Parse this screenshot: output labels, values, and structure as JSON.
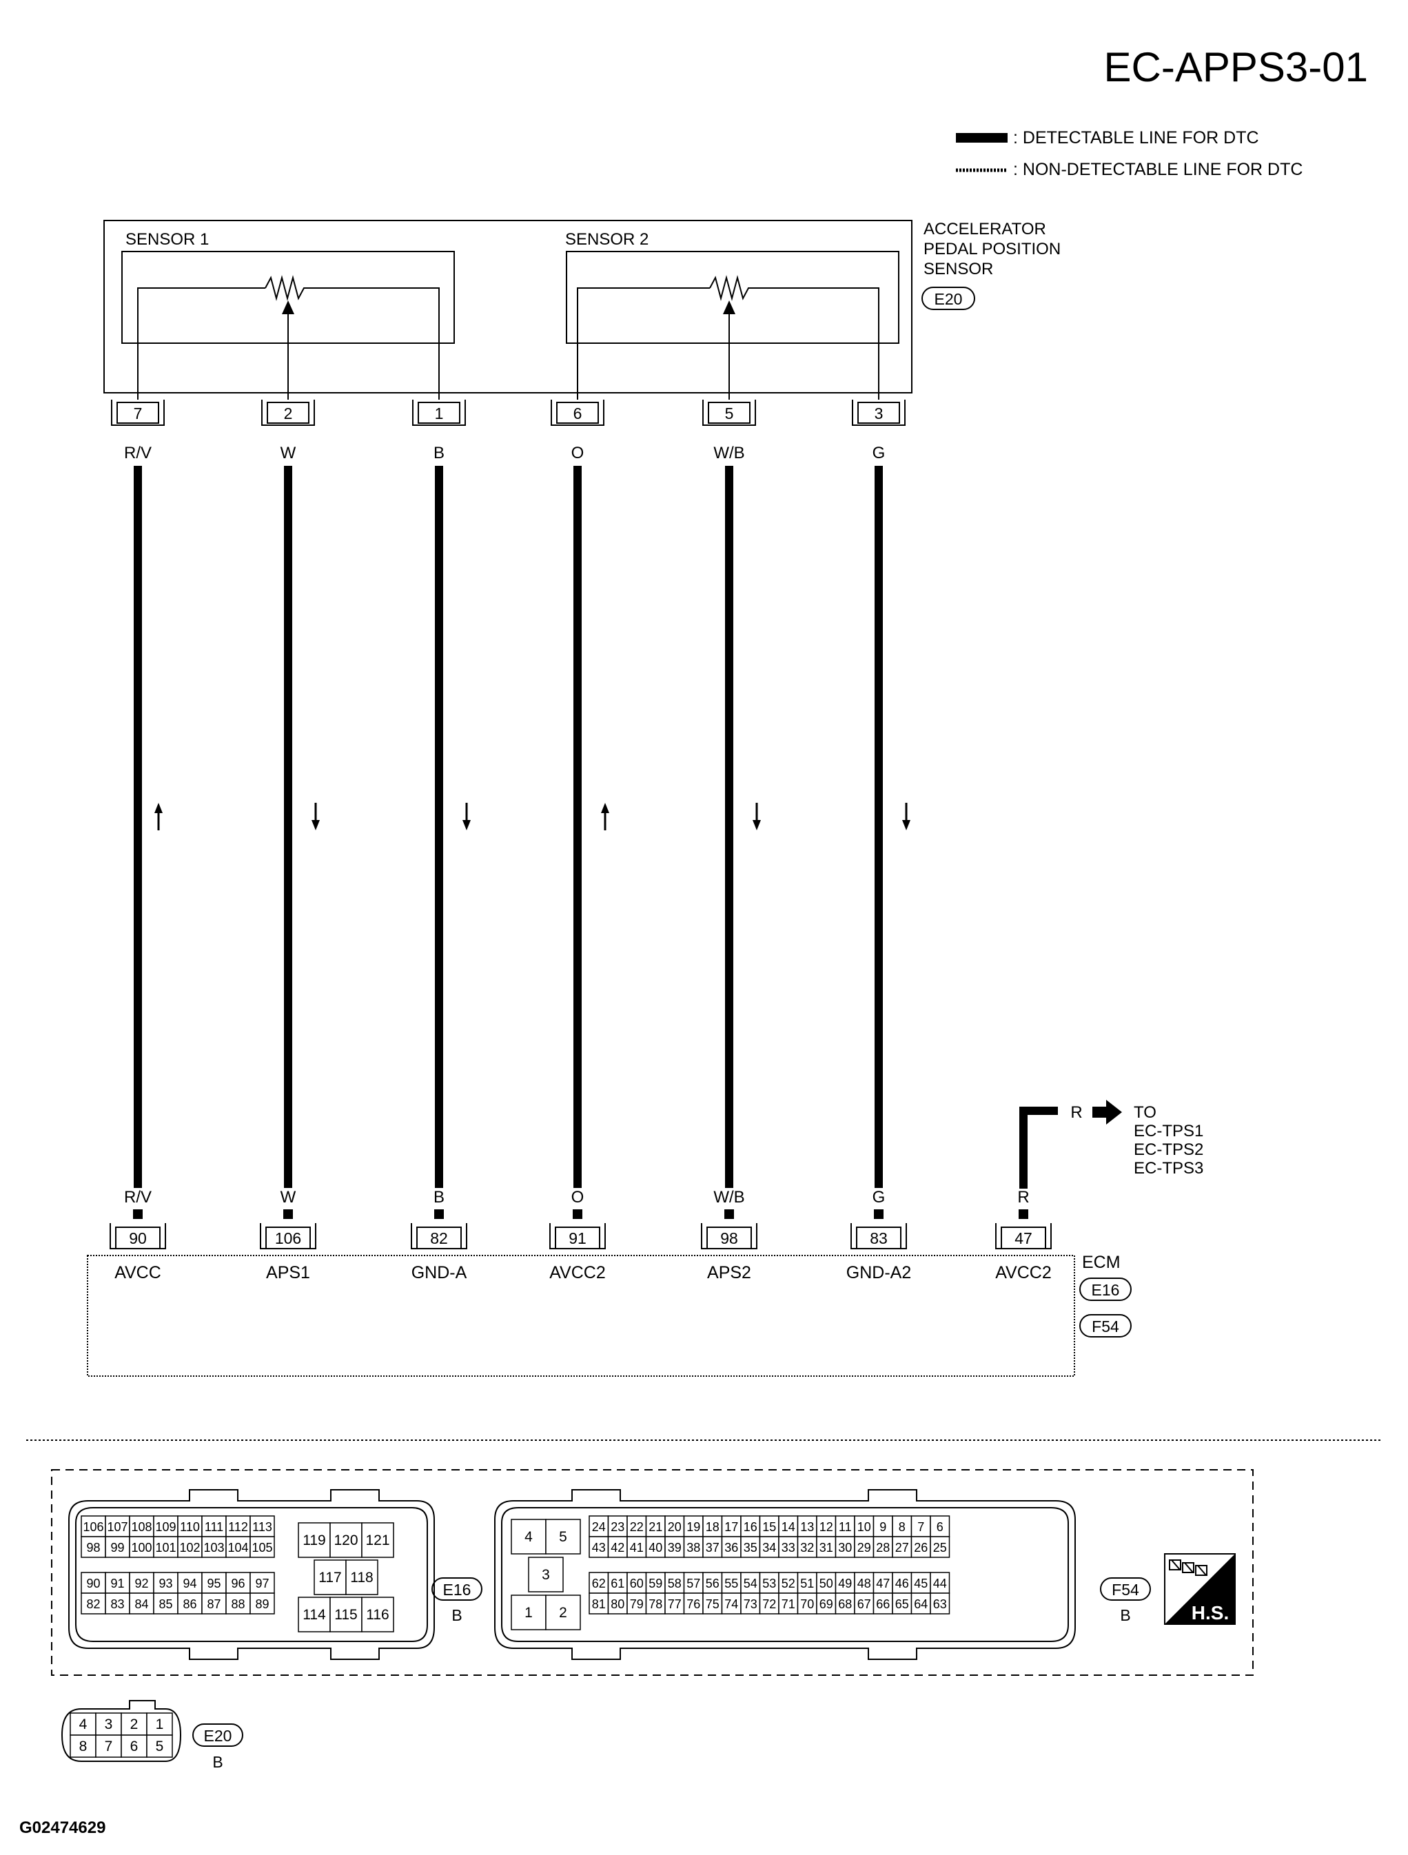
{
  "title": "EC-APPS3-01",
  "figure_id": "G02474629",
  "legend": {
    "detectable": ": DETECTABLE LINE FOR DTC",
    "non_detectable": ": NON-DETECTABLE LINE FOR DTC"
  },
  "sensor_box": {
    "sensor1": "SENSOR 1",
    "sensor2": "SENSOR 2",
    "name_lines": [
      "ACCELERATOR",
      "PEDAL POSITION",
      "SENSOR"
    ],
    "connector": "E20"
  },
  "wires": [
    {
      "sensor_pin": "7",
      "color_top": "R/V",
      "color_bottom": "R/V",
      "ecm_pin": "90",
      "ecm_label": "AVCC",
      "arrow": "up"
    },
    {
      "sensor_pin": "2",
      "color_top": "W",
      "color_bottom": "W",
      "ecm_pin": "106",
      "ecm_label": "APS1",
      "arrow": "down"
    },
    {
      "sensor_pin": "1",
      "color_top": "B",
      "color_bottom": "B",
      "ecm_pin": "82",
      "ecm_label": "GND-A",
      "arrow": "down"
    },
    {
      "sensor_pin": "6",
      "color_top": "O",
      "color_bottom": "O",
      "ecm_pin": "91",
      "ecm_label": "AVCC2",
      "arrow": "up"
    },
    {
      "sensor_pin": "5",
      "color_top": "W/B",
      "color_bottom": "W/B",
      "ecm_pin": "98",
      "ecm_label": "APS2",
      "arrow": "down"
    },
    {
      "sensor_pin": "3",
      "color_top": "G",
      "color_bottom": "G",
      "ecm_pin": "83",
      "ecm_label": "GND-A2",
      "arrow": "down"
    }
  ],
  "extra_wire": {
    "color_top": "R",
    "color_bottom": "R",
    "ecm_pin": "47",
    "ecm_label": "AVCC2",
    "to_lines": [
      "TO",
      "EC-TPS1",
      "EC-TPS2",
      "EC-TPS3"
    ]
  },
  "ecm": {
    "name": "ECM",
    "connectors": [
      "E16",
      "F54"
    ]
  },
  "connector_views": {
    "e16": {
      "label": "E16",
      "sub": "B",
      "rows": [
        [
          "106",
          "107",
          "108",
          "109",
          "110",
          "111",
          "112",
          "113"
        ],
        [
          "98",
          "99",
          "100",
          "101",
          "102",
          "103",
          "104",
          "105"
        ],
        [
          "90",
          "91",
          "92",
          "93",
          "94",
          "95",
          "96",
          "97"
        ],
        [
          "82",
          "83",
          "84",
          "85",
          "86",
          "87",
          "88",
          "89"
        ]
      ],
      "right_rows": [
        [
          "119",
          "120",
          "121"
        ],
        [
          "117",
          "118"
        ],
        [
          "114",
          "115",
          "116"
        ]
      ]
    },
    "f54": {
      "label": "F54",
      "sub": "B",
      "left_rows": [
        [
          "4",
          "5"
        ],
        [
          "3"
        ],
        [
          "1",
          "2"
        ]
      ],
      "rows": [
        [
          "24",
          "23",
          "22",
          "21",
          "20",
          "19",
          "18",
          "17",
          "16",
          "15",
          "14",
          "13",
          "12",
          "11",
          "10",
          "9",
          "8",
          "7",
          "6"
        ],
        [
          "43",
          "42",
          "41",
          "40",
          "39",
          "38",
          "37",
          "36",
          "35",
          "34",
          "33",
          "32",
          "31",
          "30",
          "29",
          "28",
          "27",
          "26",
          "25"
        ],
        [
          "62",
          "61",
          "60",
          "59",
          "58",
          "57",
          "56",
          "55",
          "54",
          "53",
          "52",
          "51",
          "50",
          "49",
          "48",
          "47",
          "46",
          "45",
          "44"
        ],
        [
          "81",
          "80",
          "79",
          "78",
          "77",
          "76",
          "75",
          "74",
          "73",
          "72",
          "71",
          "70",
          "69",
          "68",
          "67",
          "66",
          "65",
          "64",
          "63"
        ]
      ]
    },
    "e20": {
      "label": "E20",
      "sub": "B",
      "rows": [
        [
          "4",
          "3",
          "2",
          "1"
        ],
        [
          "8",
          "7",
          "6",
          "5"
        ]
      ]
    },
    "hs_badge": "H.S."
  }
}
